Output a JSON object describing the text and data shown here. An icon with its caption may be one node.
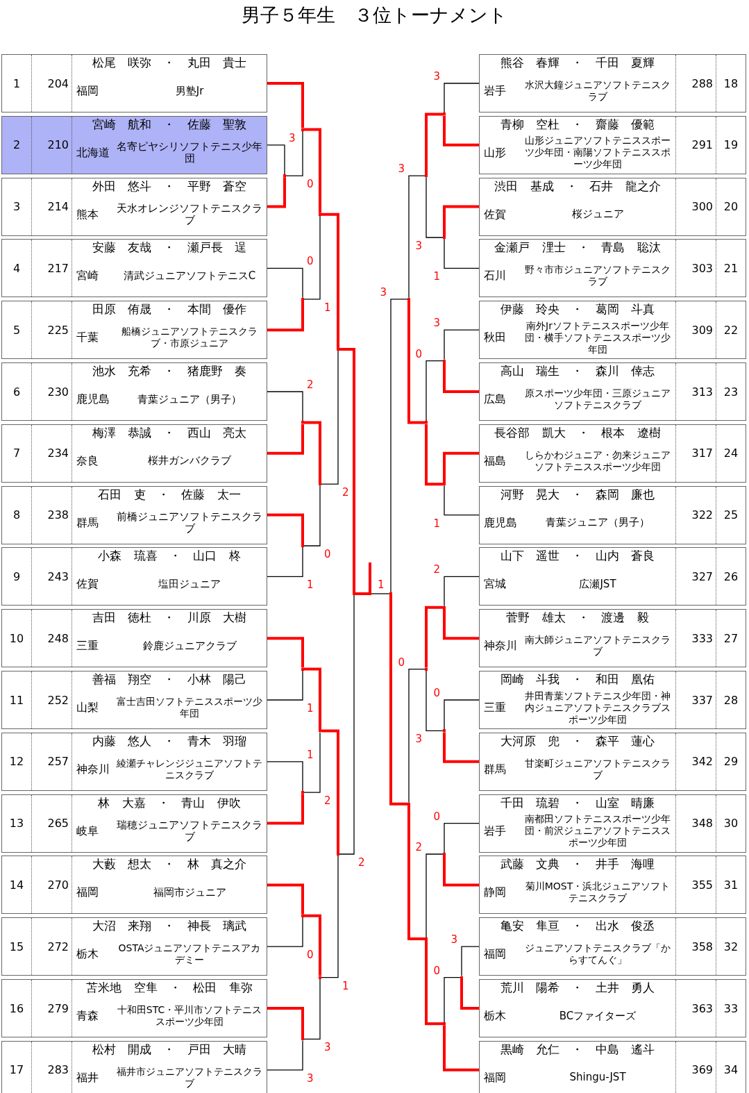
{
  "diagram": {
    "title": "男子５年生　３位トーナメント",
    "nodes": [
      {
        "text": [
          "1",
          "204",
          "松尾 咲弥 ・ 丸田 貴士",
          "福岡",
          "男塾Jr"
        ]
      },
      {
        "text": [
          "2",
          "210",
          "宮崎 航和 ・ 佐藤 聖敦",
          "北海道",
          "名寄ピヤシリソフトテニス少年団"
        ]
      },
      {
        "text": [
          "3",
          "214",
          "外田 悠斗 ・ 平野 蒼空",
          "熊本",
          "天水オレンジソフトテニスクラブ"
        ]
      },
      {
        "text": [
          "4",
          "217",
          "安藤 友哉 ・ 瀬戸長 逞",
          "宮崎",
          "清武ジュニアソフトテニスC"
        ]
      },
      {
        "text": [
          "5",
          "225",
          "田原 侑晟 ・ 本間 優作",
          "千葉",
          "船橋ジュニアソフトテニスクラブ・市原ジュニア"
        ]
      },
      {
        "text": [
          "6",
          "230",
          "池水 充希 ・ 猪鹿野 奏",
          "鹿児島",
          "青葉ジュニア（男子）"
        ]
      },
      {
        "text": [
          "7",
          "234",
          "梅澤 恭誠 ・ 西山 亮太",
          "奈良",
          "桜井ガンバクラブ"
        ]
      },
      {
        "text": [
          "8",
          "238",
          "石田 吏 ・ 佐藤 太一",
          "群馬",
          "前橋ジュニアソフトテニスクラブ"
        ]
      },
      {
        "text": [
          "9",
          "243",
          "小森 琉喜 ・ 山口 柊",
          "佐賀",
          "塩田ジュニア"
        ]
      },
      {
        "text": [
          "10",
          "248",
          "吉田 徳杜 ・ 川原 大樹",
          "三重",
          "鈴鹿ジュニアクラブ"
        ]
      },
      {
        "text": [
          "11",
          "252",
          "善福 翔空 ・ 小林 陽己",
          "山梨",
          "富士吉田ソフトテニススポーツ少年団"
        ]
      },
      {
        "text": [
          "12",
          "257",
          "内藤 悠人 ・ 青木 羽瑠",
          "神奈川",
          "綾瀬チャレンジジュニアソフトテニスクラブ"
        ]
      },
      {
        "text": [
          "13",
          "265",
          "林 大嘉 ・ 青山 伊吹",
          "岐阜",
          "瑞穂ジュニアソフトテニスクラブ"
        ]
      },
      {
        "text": [
          "14",
          "270",
          "大藪 想太 ・ 林 真之介",
          "福岡",
          "福岡市ジュニア"
        ]
      },
      {
        "text": [
          "15",
          "272",
          "大沼 来翔 ・ 神長 璃武",
          "栃木",
          "OSTAジュニアソフトテニスアカデミー"
        ]
      },
      {
        "text": [
          "16",
          "279",
          "苫米地 空隼 ・ 松田 隼弥",
          "青森",
          "十和田STC・平川市ソフトテニススポーツ少年団"
        ]
      },
      {
        "text": [
          "17",
          "283",
          "松村 開成 ・ 戸田 大晴",
          "福井",
          "福井市ジュニアソフトテニスクラブ"
        ]
      },
      {
        "text": [
          "熊谷 春輝 ・ 千田 夏輝",
          "岩手",
          "水沢大鐘ジュニアソフトテニスクラブ",
          "288",
          "18"
        ]
      },
      {
        "text": [
          "青柳 空杜 ・ 齋藤 優範",
          "山形",
          "山形ジュニアソフトテニススポーツ少年団・南陽ソフトテニススポーツ少年団",
          "291",
          "19"
        ]
      },
      {
        "text": [
          "渋田 基成 ・ 石井 龍之介",
          "佐賀",
          "桜ジュニア",
          "300",
          "20"
        ]
      },
      {
        "text": [
          "金瀬戸 浬士 ・ 青島 聡汰",
          "石川",
          "野々市市ジュニアソフトテニスクラブ",
          "303",
          "21"
        ]
      },
      {
        "text": [
          "伊藤 玲央 ・ 葛岡 斗真",
          "秋田",
          "南外Jrソフトテニススポーツ少年団・横手ソフトテニススポーツ少年団",
          "309",
          "22"
        ]
      },
      {
        "text": [
          "高山 瑞生 ・ 森川 倖志",
          "広島",
          "原スポーツ少年団・三原ジュニアソフトテニスクラブ",
          "313",
          "23"
        ]
      },
      {
        "text": [
          "長谷部 凱大 ・ 根本 遼樹",
          "福島",
          "しらかわジュニア・勿来ジュニアソフトテニススポーツ少年団",
          "317",
          "24"
        ]
      },
      {
        "text": [
          "河野 晃大 ・ 森岡 廉也",
          "鹿児島",
          "青葉ジュニア（男子）",
          "322",
          "25"
        ]
      },
      {
        "text": [
          "山下 遥世 ・ 山内 蒼良",
          "宮城",
          "広瀬JST",
          "327",
          "26"
        ]
      },
      {
        "text": [
          "菅野 雄太 ・ 渡邊 毅",
          "神奈川",
          "南大師ジュニアソフトテニスクラブ",
          "333",
          "27"
        ]
      },
      {
        "text": [
          "岡崎 斗我 ・ 和田 凰佑",
          "三重",
          "井田青葉ソフトテニス少年団・神内ジュニアソフトテニスクラブスポーツ少年団",
          "337",
          "28"
        ]
      },
      {
        "text": [
          "大河原 兜 ・ 森平 蓮心",
          "群馬",
          "甘楽町ジュニアソフトテニスクラブ",
          "342",
          "29"
        ]
      },
      {
        "text": [
          "千田 琉碧 ・ 山室 晴廉",
          "岩手",
          "南都田ソフトテニススポーツ少年団・前沢ジュニアソフトテニススポーツ少年団",
          "348",
          "30"
        ]
      },
      {
        "text": [
          "武藤 文典 ・ 井手 海哩",
          "静岡",
          "菊川MOST・浜北ジュニアソフトテニスクラブ",
          "355",
          "31"
        ]
      },
      {
        "text": [
          "亀安 隼亘 ・ 出水 俊丞",
          "福岡",
          "ジュニアソフトテニスクラブ「からすてんぐ」",
          "358",
          "32"
        ]
      },
      {
        "text": [
          "荒川 陽希 ・ 土井 勇人",
          "栃木",
          "BCファイターズ",
          "363",
          "33"
        ]
      },
      {
        "text": [
          "黒崎 允仁 ・ 中島 遙斗",
          "福岡",
          "Shingu-JST",
          "369",
          "34"
        ]
      },
      {
        "text": [],
        "shape": "bar"
      },
      {
        "text": [],
        "shape": "bar"
      },
      {
        "text": [],
        "shape": "bar"
      },
      {
        "text": [],
        "shape": "bar"
      },
      {
        "text": [],
        "shape": "bar"
      },
      {
        "text": [],
        "shape": "bar"
      },
      {
        "text": [],
        "shape": "bar"
      },
      {
        "text": [],
        "shape": "bar"
      },
      {
        "text": [],
        "shape": "bar"
      },
      {
        "text": [],
        "shape": "bar"
      },
      {
        "text": [],
        "shape": "bar"
      },
      {
        "text": [],
        "shape": "bar"
      },
      {
        "text": [],
        "shape": "bar"
      },
      {
        "text": [],
        "shape": "bar"
      },
      {
        "text": [],
        "shape": "bar"
      },
      {
        "text": [],
        "shape": "bar"
      },
      {
        "text": [],
        "shape": "bar"
      },
      {
        "text": [],
        "shape": "bar"
      },
      {
        "text": [],
        "shape": "bar"
      },
      {
        "text": [],
        "shape": "bar"
      },
      {
        "text": [],
        "shape": "bar"
      },
      {
        "text": [],
        "shape": "bar"
      },
      {
        "text": [],
        "shape": "bar"
      },
      {
        "text": [],
        "shape": "bar"
      },
      {
        "text": [],
        "shape": "bar"
      },
      {
        "text": [],
        "shape": "bar"
      },
      {
        "text": [],
        "shape": "bar"
      },
      {
        "text": [],
        "shape": "bar"
      },
      {
        "text": [],
        "shape": "bar"
      },
      {
        "text": [],
        "shape": "bar"
      },
      {
        "text": [],
        "shape": "bar"
      },
      {
        "text": [],
        "shape": "bar"
      },
      {
        "text": [],
        "shape": "bar"
      }
    ],
    "edges": [
      {
        "from": 1,
        "to": 36,
        "arrow": "none",
        "label": "3"
      },
      {
        "from": 2,
        "to": 36,
        "arrow": "none",
        "style": "thick",
        "color": "#ff0000"
      },
      {
        "from": 0,
        "to": 35,
        "arrow": "none",
        "style": "thick",
        "color": "#ff0000"
      },
      {
        "from": 36,
        "to": 35,
        "arrow": "none",
        "label": "0"
      },
      {
        "from": 3,
        "to": 40,
        "arrow": "none",
        "label": "0"
      },
      {
        "from": 4,
        "to": 40,
        "arrow": "none",
        "style": "thick",
        "color": "#ff0000"
      },
      {
        "from": 35,
        "to": 38,
        "arrow": "none",
        "style": "thick",
        "color": "#ff0000"
      },
      {
        "from": 40,
        "to": 38,
        "arrow": "none",
        "label": "1"
      },
      {
        "from": 5,
        "to": 44,
        "arrow": "none",
        "label": "2"
      },
      {
        "from": 6,
        "to": 44,
        "arrow": "none",
        "style": "thick",
        "color": "#ff0000"
      },
      {
        "from": 7,
        "to": 48,
        "arrow": "none",
        "style": "thick",
        "color": "#ff0000"
      },
      {
        "from": 8,
        "to": 48,
        "arrow": "none",
        "label": "1"
      },
      {
        "from": 44,
        "to": 46,
        "arrow": "none",
        "style": "thick",
        "color": "#ff0000"
      },
      {
        "from": 48,
        "to": 46,
        "arrow": "none",
        "label": "0"
      },
      {
        "from": 38,
        "to": 42,
        "arrow": "none",
        "style": "thick",
        "color": "#ff0000"
      },
      {
        "from": 46,
        "to": 42,
        "arrow": "none",
        "label": "2"
      },
      {
        "from": 9,
        "to": 53,
        "arrow": "none",
        "style": "thick",
        "color": "#ff0000"
      },
      {
        "from": 10,
        "to": 53,
        "arrow": "none",
        "label": "1"
      },
      {
        "from": 11,
        "to": 57,
        "arrow": "none",
        "label": "1"
      },
      {
        "from": 12,
        "to": 57,
        "arrow": "none",
        "style": "thick",
        "color": "#ff0000"
      },
      {
        "from": 53,
        "to": 55,
        "arrow": "none",
        "style": "thick",
        "color": "#ff0000"
      },
      {
        "from": 57,
        "to": 55,
        "arrow": "none",
        "label": "2"
      },
      {
        "from": 13,
        "to": 61,
        "arrow": "none",
        "style": "thick",
        "color": "#ff0000"
      },
      {
        "from": 14,
        "to": 61,
        "arrow": "none",
        "label": "0"
      },
      {
        "from": 15,
        "to": 66,
        "arrow": "none",
        "style": "thick",
        "color": "#ff0000"
      },
      {
        "from": 16,
        "to": 66,
        "arrow": "none",
        "label": "3"
      },
      {
        "from": 61,
        "to": 63,
        "arrow": "none",
        "style": "thick",
        "color": "#ff0000"
      },
      {
        "from": 66,
        "to": 63,
        "arrow": "none",
        "label": "3"
      },
      {
        "from": 55,
        "to": 59,
        "arrow": "none",
        "style": "thick",
        "color": "#ff0000"
      },
      {
        "from": 63,
        "to": 59,
        "arrow": "none",
        "label": "1"
      },
      {
        "from": 42,
        "to": 50,
        "arrow": "none",
        "style": "thick",
        "color": "#ff0000"
      },
      {
        "from": 59,
        "to": 50,
        "arrow": "none",
        "label": "2"
      },
      {
        "from": 17,
        "to": 34,
        "arrow": "none",
        "label": "3"
      },
      {
        "from": 18,
        "to": 34,
        "arrow": "none",
        "style": "thick",
        "color": "#ff0000"
      },
      {
        "from": 19,
        "to": 39,
        "arrow": "none",
        "style": "thick",
        "color": "#ff0000"
      },
      {
        "from": 20,
        "to": 39,
        "arrow": "none",
        "label": "1"
      },
      {
        "from": 34,
        "to": 37,
        "arrow": "none",
        "style": "thick",
        "color": "#ff0000"
      },
      {
        "from": 39,
        "to": 37,
        "arrow": "none",
        "label": "3"
      },
      {
        "from": 21,
        "to": 43,
        "arrow": "none",
        "label": "3"
      },
      {
        "from": 22,
        "to": 43,
        "arrow": "none",
        "style": "thick",
        "color": "#ff0000"
      },
      {
        "from": 23,
        "to": 47,
        "arrow": "none",
        "style": "thick",
        "color": "#ff0000"
      },
      {
        "from": 24,
        "to": 47,
        "arrow": "none",
        "label": "1"
      },
      {
        "from": 43,
        "to": 45,
        "arrow": "none",
        "label": "0"
      },
      {
        "from": 47,
        "to": 45,
        "arrow": "none",
        "style": "thick",
        "color": "#ff0000"
      },
      {
        "from": 37,
        "to": 41,
        "arrow": "none",
        "label": "3"
      },
      {
        "from": 45,
        "to": 41,
        "arrow": "none",
        "style": "thick",
        "color": "#ff0000"
      },
      {
        "from": 25,
        "to": 52,
        "arrow": "none",
        "label": "2"
      },
      {
        "from": 26,
        "to": 52,
        "arrow": "none",
        "style": "thick",
        "color": "#ff0000"
      },
      {
        "from": 27,
        "to": 56,
        "arrow": "none",
        "label": "0"
      },
      {
        "from": 28,
        "to": 56,
        "arrow": "none",
        "style": "thick",
        "color": "#ff0000"
      },
      {
        "from": 52,
        "to": 54,
        "arrow": "none",
        "style": "thick",
        "color": "#ff0000"
      },
      {
        "from": 56,
        "to": 54,
        "arrow": "none",
        "label": "3"
      },
      {
        "from": 29,
        "to": 60,
        "arrow": "none",
        "label": "0"
      },
      {
        "from": 30,
        "to": 60,
        "arrow": "none",
        "style": "thick",
        "color": "#ff0000"
      },
      {
        "from": 31,
        "to": 64,
        "arrow": "none",
        "label": "3"
      },
      {
        "from": 32,
        "to": 64,
        "arrow": "none",
        "style": "thick",
        "color": "#ff0000"
      },
      {
        "from": 64,
        "to": 65,
        "arrow": "none",
        "label": "0"
      },
      {
        "from": 33,
        "to": 65,
        "arrow": "none",
        "style": "thick",
        "color": "#ff0000"
      },
      {
        "from": 60,
        "to": 62,
        "arrow": "none",
        "label": "2"
      },
      {
        "from": 65,
        "to": 62,
        "arrow": "none",
        "style": "thick",
        "color": "#ff0000"
      },
      {
        "from": 54,
        "to": 58,
        "arrow": "none",
        "label": "0"
      },
      {
        "from": 62,
        "to": 58,
        "arrow": "none",
        "style": "thick",
        "color": "#ff0000"
      },
      {
        "from": 41,
        "to": 51,
        "arrow": "none",
        "label": "3"
      },
      {
        "from": 58,
        "to": 51,
        "arrow": "none",
        "style": "thick",
        "color": "#ff0000"
      },
      {
        "from": 50,
        "to": 49,
        "arrow": "none",
        "style": "thick",
        "color": "#ff0000"
      },
      {
        "from": 51,
        "to": 49,
        "arrow": "none",
        "label": "1"
      }
    ]
  }
}
